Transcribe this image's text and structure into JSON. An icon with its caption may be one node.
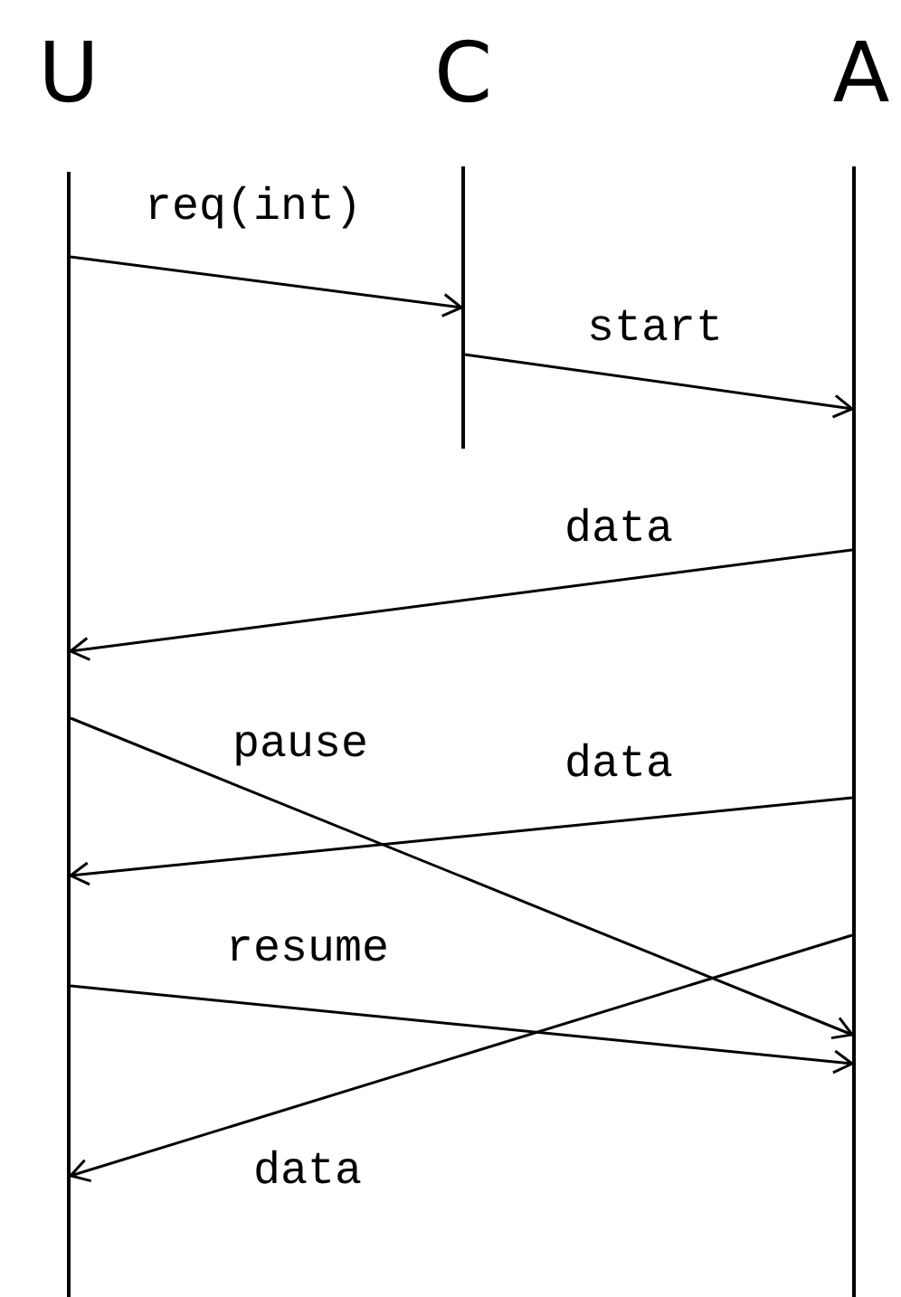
{
  "diagram": {
    "nodes": [
      {
        "text": [],
        "shape": "bar",
        "beside": [
          "U"
        ]
      },
      {
        "text": [],
        "shape": "bar",
        "beside": [
          "C"
        ]
      },
      {
        "text": [],
        "shape": "bar",
        "beside": [
          "A"
        ]
      }
    ],
    "edges": [
      {
        "from": 0,
        "to": 1,
        "arrow": "to",
        "label": "req(int)"
      },
      {
        "from": 1,
        "to": 2,
        "arrow": "to",
        "label": "start"
      },
      {
        "from": 2,
        "to": 0,
        "arrow": "to",
        "label": "data"
      },
      {
        "from": 0,
        "to": 2,
        "arrow": "to",
        "label": "pause"
      },
      {
        "from": 2,
        "to": 0,
        "arrow": "to",
        "label": "data"
      },
      {
        "from": 0,
        "to": 2,
        "arrow": "to",
        "label": "resume"
      },
      {
        "from": 2,
        "to": 0,
        "arrow": "to",
        "label": "data"
      }
    ]
  }
}
